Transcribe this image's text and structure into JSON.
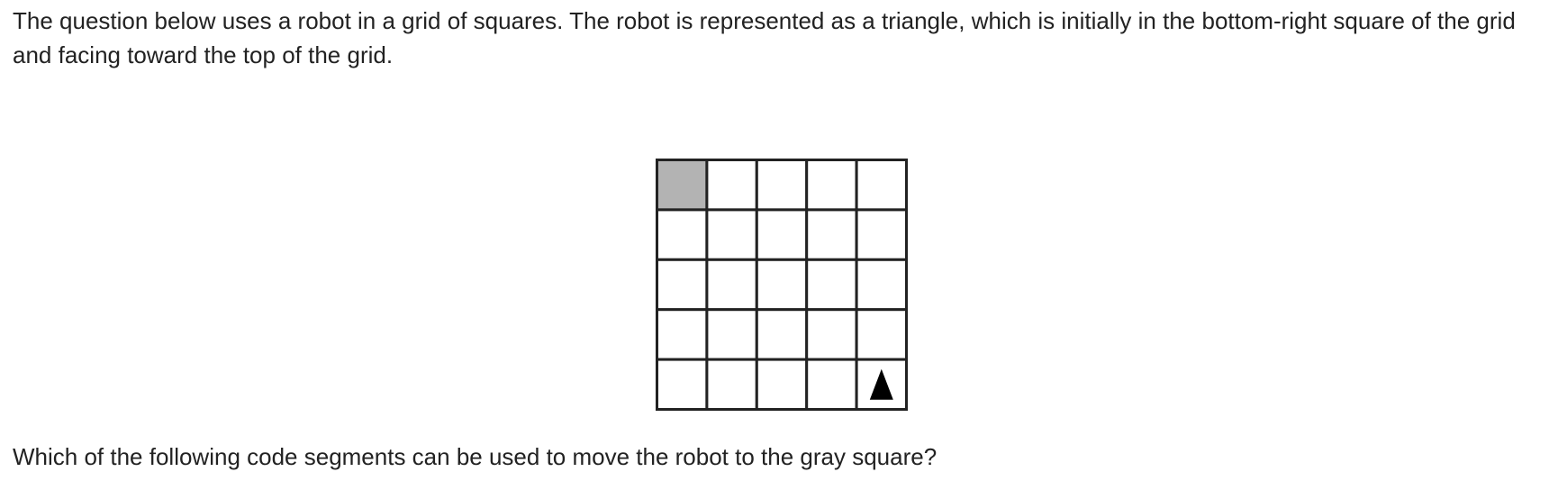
{
  "intro_text": "The question below uses a robot in a grid of squares. The robot is represented as a triangle, which is initially in the bottom-right square of the grid and facing toward the top of the grid.",
  "question_text": "Which of the following code segments can be used to move the robot to the gray square?",
  "grid": {
    "rows": 5,
    "cols": 5,
    "gray_cell": {
      "row": 0,
      "col": 0
    },
    "robot": {
      "row": 4,
      "col": 4,
      "facing": "up"
    },
    "colors": {
      "gray": "#b3b3b3",
      "line": "#222222",
      "robot": "#000000",
      "empty": "#ffffff"
    }
  }
}
